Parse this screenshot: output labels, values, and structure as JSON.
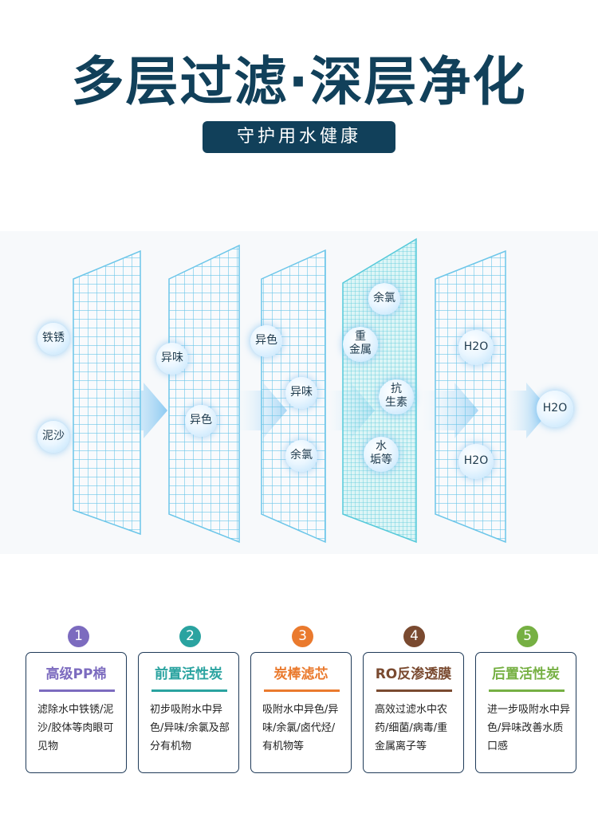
{
  "header": {
    "title": "多层过滤·深层净化",
    "subtitle": "守护用水健康"
  },
  "diagram": {
    "bubbles": [
      {
        "id": "b1",
        "label": "铁锈"
      },
      {
        "id": "b2",
        "label": "泥沙"
      },
      {
        "id": "b3",
        "label": "异味"
      },
      {
        "id": "b4",
        "label": "异色"
      },
      {
        "id": "b5",
        "label": "异色"
      },
      {
        "id": "b6",
        "label": "异味"
      },
      {
        "id": "b7",
        "label": "余氯"
      },
      {
        "id": "b8",
        "label": "余氯"
      },
      {
        "id": "b9",
        "label": "重\n金属"
      },
      {
        "id": "b10",
        "label": "抗\n生素"
      },
      {
        "id": "b11",
        "label": "水\n垢等"
      },
      {
        "id": "b12",
        "label": "H2O"
      },
      {
        "id": "b13",
        "label": "H2O"
      },
      {
        "id": "b14",
        "label": "H2O"
      }
    ]
  },
  "steps": [
    {
      "number": "1",
      "title": "高级PP棉",
      "desc": "滤除水中铁锈/泥沙/胶体等肉眼可见物",
      "color": "#7c6bbf"
    },
    {
      "number": "2",
      "title": "前置活性炭",
      "desc": "初步吸附水中异色/异味/余氯及部分有机物",
      "color": "#2aa3a0"
    },
    {
      "number": "3",
      "title": "炭棒滤芯",
      "desc": "吸附水中异色/异味/余氯/卤代烃/有机物等",
      "color": "#ea7a2e"
    },
    {
      "number": "4",
      "title": "RO反渗透膜",
      "desc": "高效过滤水中农药/细菌/病毒/重金属离子等",
      "color": "#7a4a30"
    },
    {
      "number": "5",
      "title": "后置活性炭",
      "desc": "进一步吸附水中异色/异味改善水质口感",
      "color": "#76b043"
    }
  ]
}
